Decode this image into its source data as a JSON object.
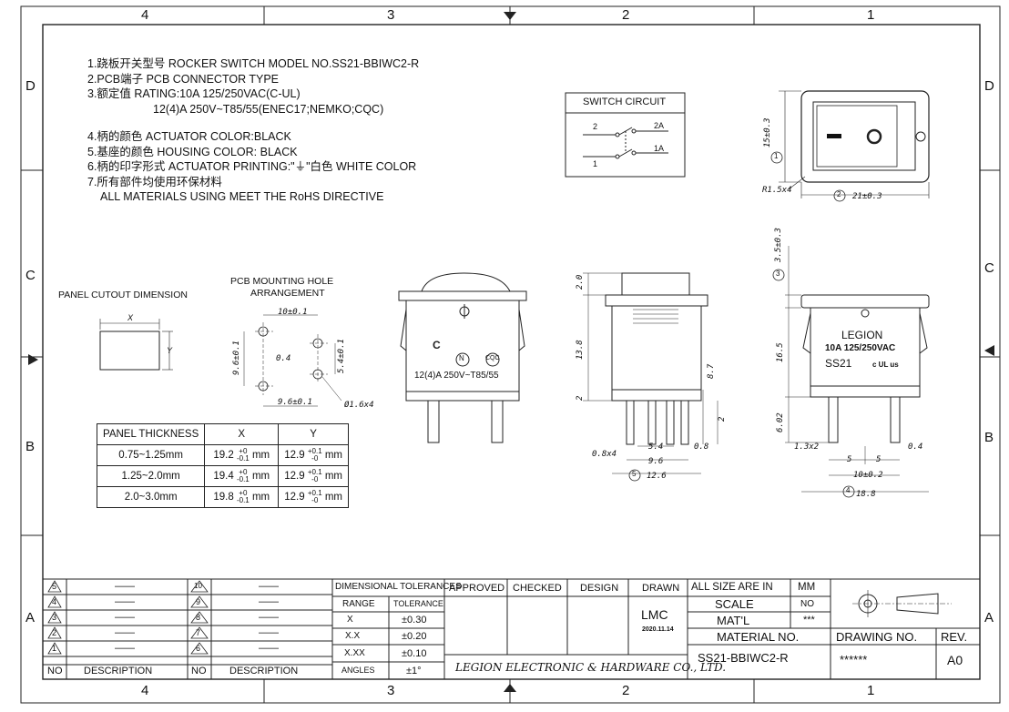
{
  "grid": {
    "columns": [
      "4",
      "3",
      "2",
      "1"
    ],
    "rows": [
      "D",
      "C",
      "B",
      "A"
    ]
  },
  "notes": [
    "1.跷板开关型号 ROCKER SWITCH MODEL NO.SS21-BBIWC2-R",
    "2.PCB端子 PCB CONNECTOR TYPE",
    "3.额定值 RATING:10A 125/250VAC(C-UL)",
    "12(4)A 250V~T85/55(ENEC17;NEMKO;CQC)",
    "4.柄的颜色 ACTUATOR COLOR:BLACK",
    "5.基座的颜色 HOUSING COLOR: BLACK",
    "6.柄的印字形式 ACTUATOR PRINTING:\"⏚\"白色 WHITE COLOR",
    "7.所有部件均使用环保材料",
    "ALL MATERIALS USING MEET THE RoHS DIRECTIVE"
  ],
  "switch_circuit": {
    "title": "SWITCH CIRCUIT",
    "labels": [
      "2",
      "2A",
      "1",
      "1A"
    ]
  },
  "panel_cutout": {
    "title": "PANEL CUTOUT DIMENSION",
    "x": "X",
    "y": "Y"
  },
  "pcb_mounting": {
    "title_1": "PCB MOUNTING HOLE",
    "title_2": "ARRANGEMENT",
    "dims": [
      "10±0.1",
      "9.6±0.1",
      "0.4",
      "5.4±0.1",
      "9.6±0.1",
      "Ø1.6x4"
    ]
  },
  "panel_table": {
    "headers": [
      "PANEL THICKNESS",
      "X",
      "Y"
    ],
    "rows": [
      {
        "thickness": "0.75~1.25mm",
        "x": "19.2",
        "y": "12.9"
      },
      {
        "thickness": "1.25~2.0mm",
        "x": "19.4",
        "y": "12.9"
      },
      {
        "thickness": "2.0~3.0mm",
        "x": "19.8",
        "y": "12.9"
      }
    ],
    "x_tol_up": "+0",
    "x_tol_down": "-0.1",
    "y_tol_up": "+0.1",
    "y_tol_down": "-0",
    "unit": "mm"
  },
  "side_view_print": {
    "rating": "12(4)A  250V~T85/55",
    "marks": [
      "N",
      "CQC"
    ]
  },
  "front_print": {
    "brand": "LEGION",
    "rating": "10A 125/250VAC",
    "model": "SS21",
    "ul": "c UL us"
  },
  "top_view_dims": [
    "15±0.3",
    "R1.5x4",
    "21±0.3"
  ],
  "top_view_circles": [
    "1",
    "2"
  ],
  "dims_middle": [
    "2.0",
    "13.8",
    "2",
    "8.7",
    "2",
    "0.8x4",
    "5.4",
    "0.8",
    "9.6",
    "12.6"
  ],
  "dims_middle_circle": "5",
  "dims_right": [
    "3.5±0.3",
    "16.5",
    "6.02",
    "1.3x2",
    "5",
    "5",
    "0.4",
    "10±0.2",
    "18.8"
  ],
  "dims_right_circles": [
    "3",
    "4"
  ],
  "revisions": {
    "left": [
      {
        "no": "5",
        "desc": "——"
      },
      {
        "no": "4",
        "desc": "——"
      },
      {
        "no": "3",
        "desc": "——"
      },
      {
        "no": "2",
        "desc": "——"
      },
      {
        "no": "1",
        "desc": "——"
      }
    ],
    "right": [
      {
        "no": "10",
        "desc": "——"
      },
      {
        "no": "9",
        "desc": "——"
      },
      {
        "no": "8",
        "desc": "——"
      },
      {
        "no": "7",
        "desc": "——"
      },
      {
        "no": "6",
        "desc": "——"
      }
    ],
    "h_no": "NO",
    "h_desc": "DESCRIPTION"
  },
  "tolerances": {
    "title": "DIMENSIONAL TOLERANCES",
    "h_range": "RANGE",
    "h_tol": "TOLERANCE",
    "rows": [
      {
        "range": "X",
        "tol": "±0.30"
      },
      {
        "range": "X.X",
        "tol": "±0.20"
      },
      {
        "range": "X.XX",
        "tol": "±0.10"
      },
      {
        "range": "ANGLES",
        "tol": "±1°"
      }
    ]
  },
  "approvals": {
    "approved": "APPROVED",
    "checked": "CHECKED",
    "design": "DESIGN",
    "drawn": "DRAWN",
    "drawn_by": "LMC",
    "date": "2020.11.14",
    "company": "LEGION ELECTRONIC & HARDWARE CO., LTD."
  },
  "title_block": {
    "size_label": "ALL SIZE ARE IN",
    "size_unit": "MM",
    "scale_label": "SCALE",
    "scale_val": "NO",
    "mat_label": "MAT'L",
    "mat_val": "***",
    "material_no_label": "MATERIAL NO.",
    "material_no": "SS21-BBIWC2-R",
    "drawing_no_label": "DRAWING NO.",
    "drawing_no": "******",
    "rev_label": "REV.",
    "rev": "A0"
  }
}
